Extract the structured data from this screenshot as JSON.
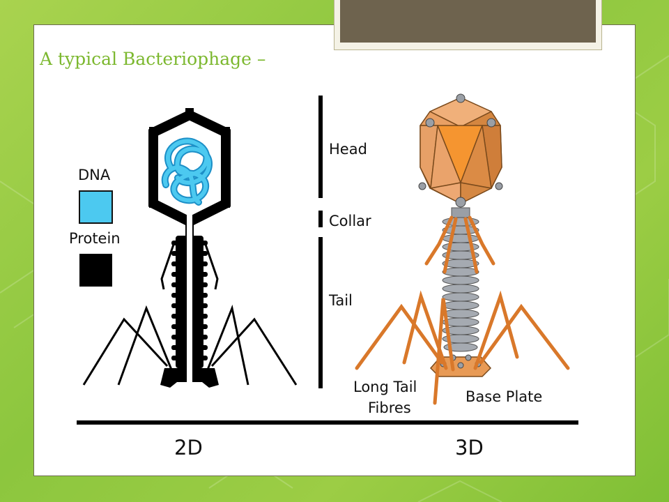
{
  "slide": {
    "title": "A typical Bacteriophage –"
  },
  "legend": {
    "dna_label": "DNA",
    "dna_color": "#4cc9f0",
    "protein_label": "Protein",
    "protein_color": "#000000"
  },
  "parts": {
    "head": "Head",
    "collar": "Collar",
    "tail": "Tail"
  },
  "labels_3d": {
    "long_tail_fibres_line1": "Long Tail",
    "long_tail_fibres_line2": "Fibres",
    "base_plate": "Base Plate"
  },
  "captions": {
    "left": "2D",
    "right": "3D"
  },
  "colors": {
    "background_green": "#8cc63e",
    "title_green": "#7cb82f",
    "phage_orange": "#f0913a",
    "tail_grey": "#9a9fa6"
  }
}
